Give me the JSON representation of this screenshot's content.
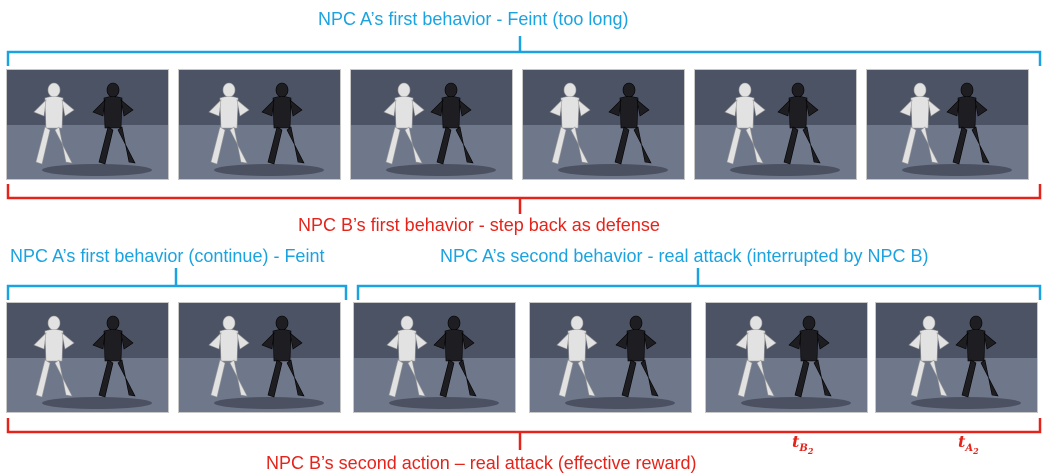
{
  "captions": {
    "a_first": "NPC A’s first behavior - Feint (too long)",
    "b_first": "NPC B’s first behavior - step back as defense",
    "a_first_continue": "NPC A’s first behavior (continue) -  Feint",
    "a_second": "NPC A’s second behavior - real attack (interrupted by NPC B)",
    "b_second": "NPC B’s second action – real attack (effective reward)"
  },
  "time_labels": {
    "tb": {
      "base": "t",
      "sub": "B",
      "subsub": "2"
    },
    "ta": {
      "base": "t",
      "sub": "A",
      "subsub": "2"
    }
  },
  "frames": {
    "row1": [
      "frame-1",
      "frame-2",
      "frame-3",
      "frame-4",
      "frame-5",
      "frame-6"
    ],
    "row2": [
      "frame-7",
      "frame-8",
      "frame-9",
      "frame-10",
      "frame-11",
      "frame-12"
    ]
  },
  "colors": {
    "npc_a": "#1aa3e0",
    "npc_b": "#e4241b",
    "floor": "#5d6577",
    "light_figure": "#e2e2e2",
    "dark_figure": "#1e1e22"
  }
}
